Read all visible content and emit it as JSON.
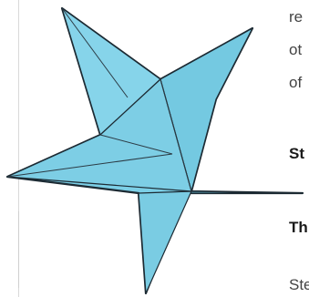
{
  "illustration": {
    "subject": "five-pointed paper star",
    "fill_color": "#7ccfe6",
    "stroke_color": "#1c2a33"
  },
  "text_fragments": {
    "line1": "re",
    "line2": "ot",
    "line3": "of",
    "heading1": "St",
    "heading2": "Th",
    "line4": "Ste"
  }
}
